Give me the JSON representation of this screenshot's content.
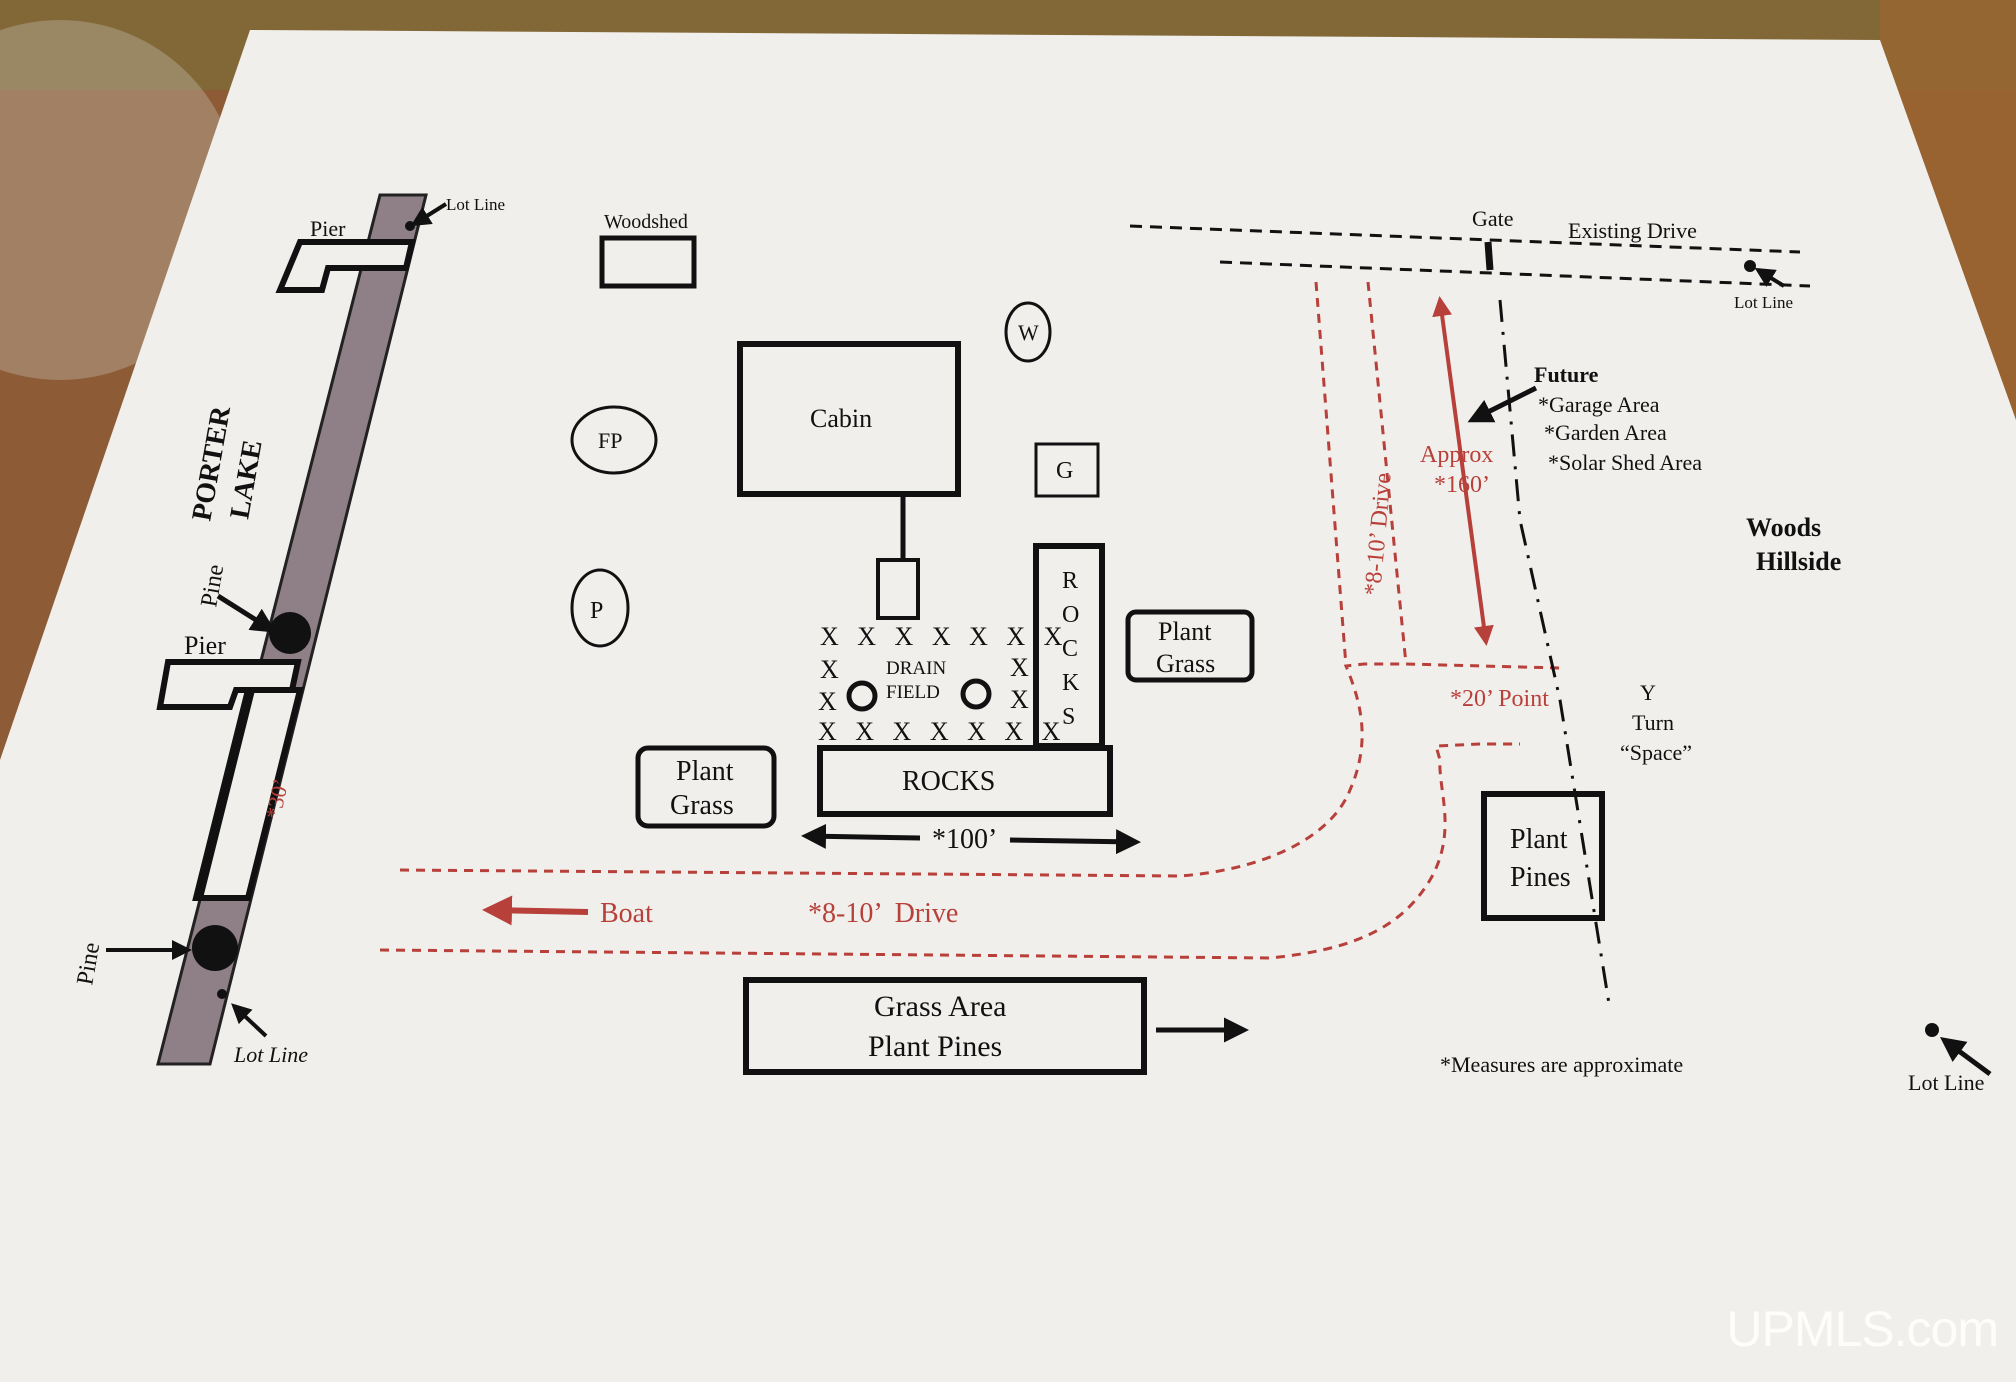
{
  "labels": {
    "pier_top": "Pier",
    "lot_line_top_left": "Lot Line",
    "woodshed": "Woodshed",
    "gate": "Gate",
    "existing_drive": "Existing Drive",
    "lot_line_top_right": "Lot Line",
    "w": "W",
    "cabin": "Cabin",
    "fp": "FP",
    "g": "G",
    "porter": "PORTER",
    "lake": "LAKE",
    "pine_upper": "Pine",
    "pier_mid": "Pier",
    "p": "P",
    "rocks_vertical": [
      "R",
      "O",
      "C",
      "K",
      "S"
    ],
    "drain": "DRAIN",
    "field": "FIELD",
    "drain_x": "X",
    "plant_grass_right_1": "Plant",
    "plant_grass_right_2": "Grass",
    "plant_grass_left_1": "Plant",
    "plant_grass_left_2": "Grass",
    "rocks": "ROCKS",
    "hundred": "*100’",
    "thirty": "*30’",
    "boat": "Boat",
    "drive_bottom": "*8-10’  Drive",
    "drive_vertical": "*8-10’ Drive",
    "approx": "Approx",
    "one_sixty": "*160’",
    "future": "Future",
    "garage_area": "*Garage Area",
    "garden_area": "*Garden Area",
    "solar_shed_area": "*Solar Shed Area",
    "woods": "Woods",
    "hillside": "Hillside",
    "twenty_point": "*20’ Point",
    "y": "Y",
    "turn": "Turn",
    "space": "“Space”",
    "plant_pines_1": "Plant",
    "plant_pines_2": "Pines",
    "grass_area": "Grass Area",
    "plant_pines_bottom": "Plant Pines",
    "pine_lower": "Pine",
    "lot_line_bottom_left": "Lot Line",
    "measures_note": "*Measures are approximate",
    "lot_line_bottom_right": "Lot Line"
  },
  "watermark": "UPMLS.com",
  "colors": {
    "paper": "#f1efec",
    "ink": "#111111",
    "red": "#b8403a",
    "lake_strip": "#8f8088",
    "note": "#e9b9a8"
  }
}
